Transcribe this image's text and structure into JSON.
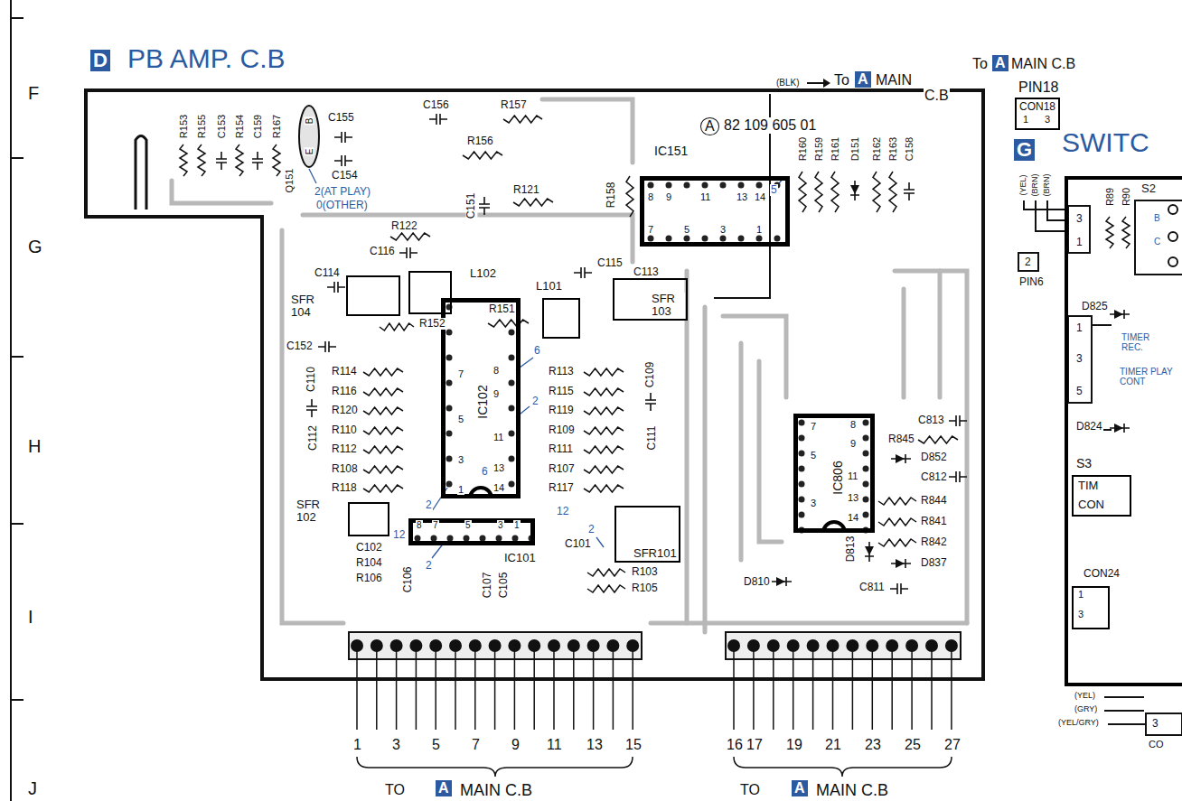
{
  "diagram": {
    "nodes": [
      {
        "text": [
          "D",
          "PB AMP. C.B"
        ]
      },
      {
        "text": [
          "IC151"
        ],
        "in": 0
      },
      {
        "text": [
          "IC102"
        ],
        "in": 0
      },
      {
        "text": [
          "IC101"
        ],
        "in": 0
      },
      {
        "text": [
          "IC806"
        ],
        "in": 0
      },
      {
        "text": [
          "SFR 104"
        ],
        "in": 0
      },
      {
        "text": [
          "SFR 103"
        ],
        "in": 0
      },
      {
        "text": [
          "SFR 102"
        ],
        "in": 0
      },
      {
        "text": [
          "SFR101"
        ],
        "in": 0
      },
      {
        "text": [
          "L102"
        ],
        "in": 0
      },
      {
        "text": [
          "L101"
        ],
        "in": 0
      },
      {
        "text": [
          "G",
          "SWITC"
        ]
      },
      {
        "text": [
          "CON18"
        ]
      },
      {
        "text": [
          "S3",
          "TIM",
          "CON"
        ],
        "in": 11
      },
      {
        "text": [
          "CON24"
        ],
        "in": 11
      }
    ],
    "labels": [
      "F",
      "G",
      "H",
      "I",
      "J",
      "(BLK)",
      "To",
      "A",
      "MAIN",
      "C.B",
      "To",
      "A",
      "MAIN C.B",
      "PIN18",
      "1",
      "3",
      "(YEL)",
      "(BRN)",
      "(BRN)",
      "3",
      "1",
      "2",
      "PIN6",
      "R89",
      "R90",
      "S2",
      "B",
      "C",
      "D825",
      "1",
      "3",
      "5",
      "TIMER REC.",
      "TIMER PLAY CONT",
      "D824",
      "1",
      "3",
      "(YEL)",
      "(GRY)",
      "(YEL/GRY)",
      "3",
      "CO",
      "R153",
      "R155",
      "C153",
      "R154",
      "C159",
      "R167",
      "Q151",
      "B",
      "E",
      "2(AT PLAY)",
      "0(OTHER)",
      "C155",
      "C154",
      "C156",
      "R157",
      "R156",
      "R121",
      "C151",
      "R158",
      "A",
      "82 109 605 01",
      "5",
      "R160",
      "R159",
      "R161",
      "D151",
      "R162",
      "R163",
      "C158",
      "8",
      "9",
      "11",
      "13",
      "14",
      "7",
      "5",
      "3",
      "1",
      "R122",
      "C116",
      "C114",
      "C115",
      "C113",
      "R152",
      "R151",
      "C152",
      "C110",
      "C112",
      "C109",
      "C111",
      "R114",
      "R116",
      "R120",
      "R110",
      "R112",
      "R108",
      "R118",
      "R113",
      "R115",
      "R119",
      "R109",
      "R111",
      "R107",
      "R117",
      "7",
      "5",
      "3",
      "1",
      "8",
      "9",
      "11",
      "13",
      "14",
      "6",
      "2",
      "6",
      "2",
      "12",
      "12",
      "2",
      "2",
      "8",
      "7",
      "5",
      "3",
      "1",
      "C102",
      "R104",
      "R106",
      "C106",
      "C107",
      "C105",
      "C101",
      "R103",
      "R105",
      "7",
      "5",
      "3",
      "8",
      "9",
      "11",
      "13",
      "14",
      "C813",
      "R845",
      "D852",
      "C812",
      "R844",
      "R841",
      "R842",
      "D837",
      "C811",
      "D813",
      "D810",
      "1",
      "3",
      "5",
      "7",
      "9",
      "11",
      "13",
      "15",
      "16",
      "17",
      "19",
      "21",
      "23",
      "25",
      "27",
      "TO",
      "A",
      "MAIN C.B",
      "TO",
      "A",
      "MAIN C.B"
    ]
  }
}
